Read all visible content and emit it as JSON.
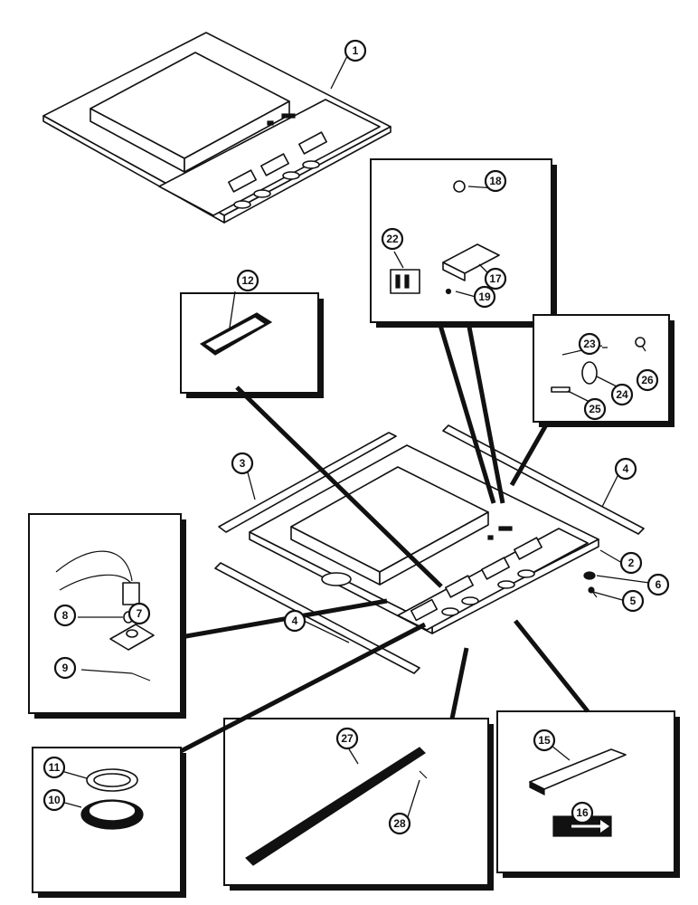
{
  "callouts": {
    "c1": "1",
    "c2": "2",
    "c3": "3",
    "c4a": "4",
    "c4b": "4",
    "c5": "5",
    "c6": "6",
    "c7": "7",
    "c8": "8",
    "c9": "9",
    "c10": "10",
    "c11": "11",
    "c12": "12",
    "c15": "15",
    "c16": "16",
    "c17": "17",
    "c18": "18",
    "c19": "19",
    "c22": "22",
    "c23": "23",
    "c24": "24",
    "c25": "25",
    "c26": "26",
    "c27": "27",
    "c28": "28"
  },
  "colors": {
    "ink": "#111111",
    "paper": "#ffffff"
  },
  "icons": {
    "arrow_label": "arrow-right-icon"
  }
}
